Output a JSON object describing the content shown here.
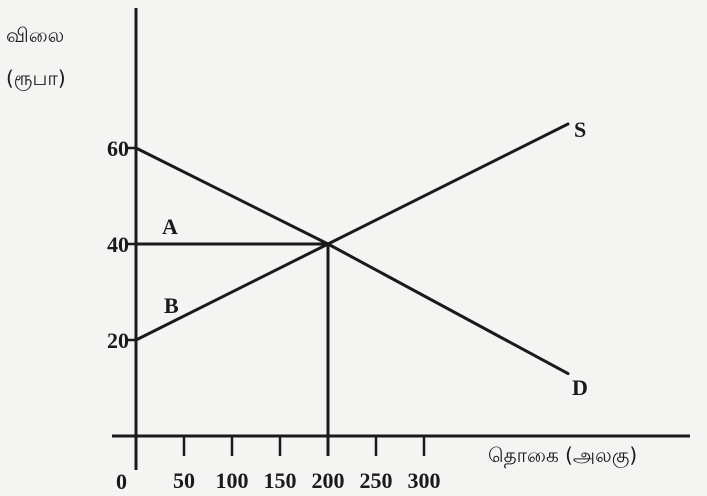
{
  "chart_data": {
    "type": "line",
    "ylabel_line1": "விலை",
    "ylabel_line2": "(ரூபா)",
    "xlabel": "தொகை (அலகு)",
    "origin_label": "0",
    "x_ticks": [
      50,
      100,
      150,
      200,
      250,
      300
    ],
    "y_ticks": [
      20,
      40,
      60
    ],
    "series": [
      {
        "name": "S",
        "points": [
          [
            0,
            20
          ],
          [
            200,
            40
          ],
          [
            450,
            65
          ]
        ]
      },
      {
        "name": "D",
        "points": [
          [
            0,
            60
          ],
          [
            200,
            40
          ],
          [
            450,
            13
          ]
        ]
      }
    ],
    "equilibrium": {
      "x": 200,
      "y": 40
    },
    "regions": [
      "A",
      "B"
    ]
  }
}
